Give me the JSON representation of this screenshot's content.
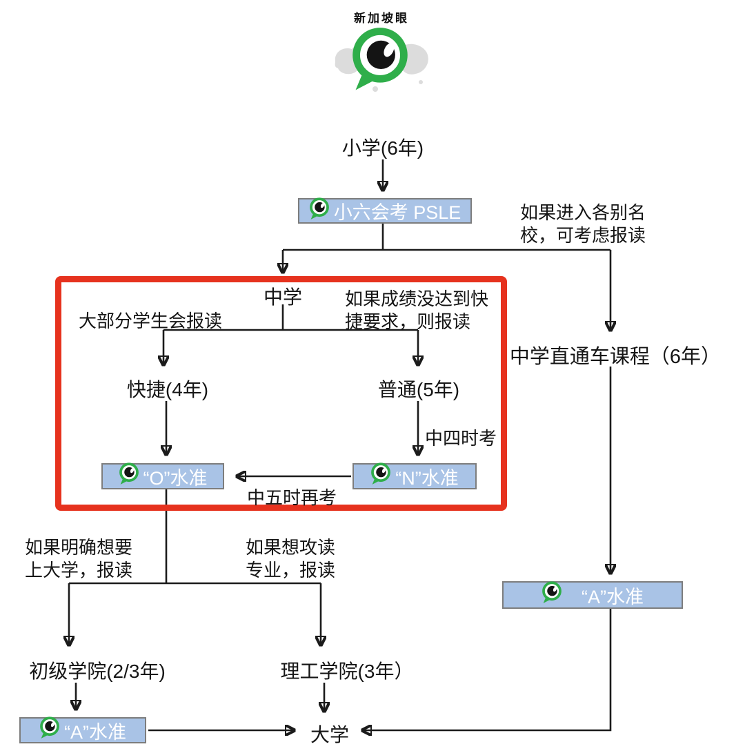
{
  "logo": {
    "brand": "新加坡眼"
  },
  "nodes": {
    "primary": "小学(6年)",
    "psle": "小六会考 PSLE",
    "secondary": "中学",
    "express": "快捷(4年)",
    "normal": "普通(5年)",
    "o_level": "“O”水准",
    "n_level": "“N”水准",
    "junior_college": "初级学院(2/3年)",
    "polytechnic": "理工学院(3年）",
    "a_level_left": "“A”水准",
    "a_level_right": "“A”水准",
    "university": "大学",
    "through_train": "中学直通车课程（6年）"
  },
  "annotations": {
    "elite_school": "如果进入各别名\n校，可考虑报读",
    "most_students": "大部分学生会报读",
    "below_express": "如果成绩没达到快\n捷要求，则报读",
    "sec4_exam": "中四时考",
    "sec5_retake": "中五时再考",
    "to_university": "如果明确想要\n上大学，报读",
    "to_professional": "如果想攻读\n专业，报读"
  },
  "colors": {
    "box_fill": "#a9c3e6",
    "box_border": "#7d7d7d",
    "box_text": "#ffffff",
    "highlight_frame": "#e6321e",
    "line": "#1b1b1b",
    "brand_green": "#2fae4a"
  }
}
